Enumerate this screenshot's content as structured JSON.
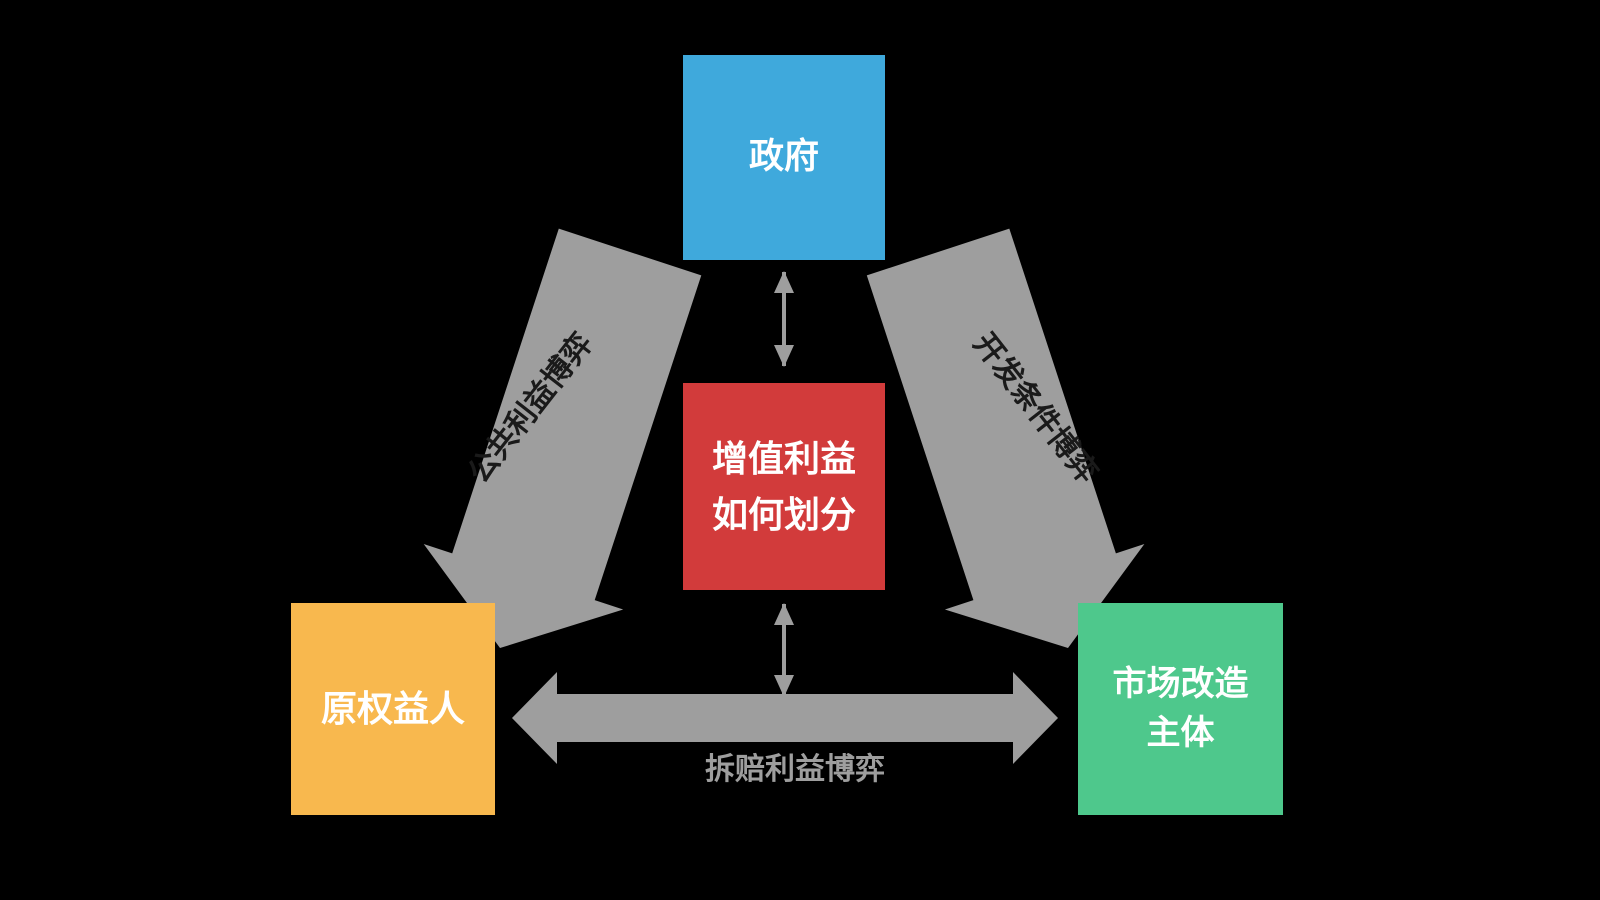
{
  "diagram": {
    "background_color": "#000000",
    "nodes": {
      "government": {
        "label": "政府",
        "color": "#3FA9DC"
      },
      "core_question": {
        "line1": "增值利益",
        "line2": "如何划分",
        "color": "#D23B3B"
      },
      "original_rights_holder": {
        "label": "原权益人",
        "color": "#F8B84E"
      },
      "market_transformation_entity": {
        "line1": "市场改造",
        "line2": "主体",
        "color": "#4EC88C"
      }
    },
    "edges": {
      "public_interest_game": {
        "label": "公共利益博弈",
        "from": "government",
        "to": "original_rights_holder",
        "style": "thick-gray-band"
      },
      "development_condition_game": {
        "label": "开发条件博弈",
        "from": "government",
        "to": "market_transformation_entity",
        "style": "thick-gray-band"
      },
      "demolition_compensation_game": {
        "label": "拆赔利益博弈",
        "from": "original_rights_holder",
        "to": "market_transformation_entity",
        "style": "thick-gray-double-arrow"
      },
      "government_to_core": {
        "style": "thin-double-arrow"
      },
      "core_to_bottom": {
        "style": "thin-double-arrow"
      }
    },
    "colors": {
      "band": "#9E9E9E",
      "band_label_text": "#1A1A1A",
      "bottom_label_text": "#9E9E9E",
      "box_text": "#FFFFFF"
    }
  }
}
